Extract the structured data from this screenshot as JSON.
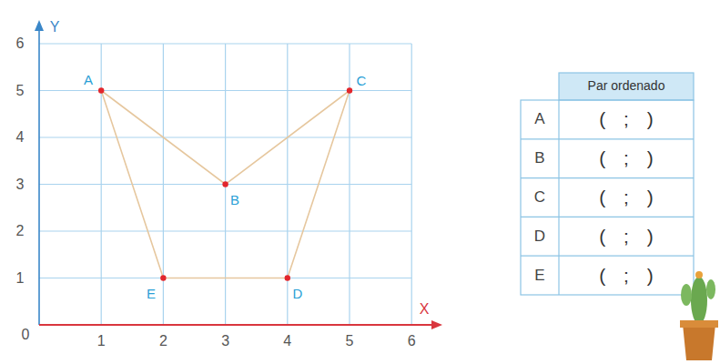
{
  "diagram": {
    "labels": [
      "Y",
      "6",
      "5",
      "4",
      "3",
      "2",
      "1",
      "0",
      "1",
      "2",
      "3",
      "4",
      "5",
      "6",
      "X",
      "A",
      "B",
      "C",
      "D",
      "E",
      "Par ordenado",
      "A",
      "( ; )",
      "B",
      "( ; )",
      "C",
      "( ; )",
      "D",
      "( ; )",
      "E",
      "( ; )"
    ]
  }
}
